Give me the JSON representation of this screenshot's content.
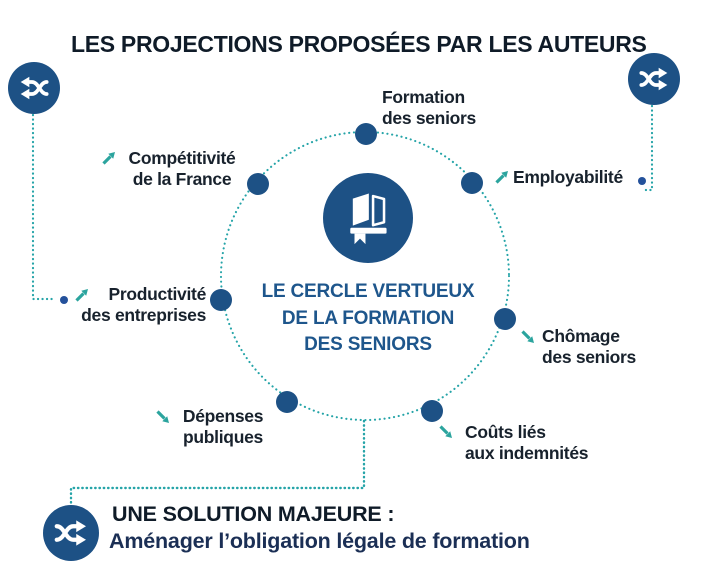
{
  "title": "LES PROJECTIONS PROPOSÉES PAR LES AUTEURS",
  "hub": {
    "icon": "book-icon",
    "line1": "LE CERCLE VERTUEUX",
    "line2": "DE LA FORMATION",
    "line3": "DES SENIORS"
  },
  "nodes": [
    {
      "id": "formation",
      "line1": "Formation",
      "line2": "des seniors",
      "trend": "none"
    },
    {
      "id": "competitivite",
      "line1": "Compétitivité",
      "line2": "de la France",
      "trend": "up"
    },
    {
      "id": "employabilite",
      "line1": "Employabilité",
      "line2": "",
      "trend": "up"
    },
    {
      "id": "productivite",
      "line1": "Productivité",
      "line2": "des entreprises",
      "trend": "up"
    },
    {
      "id": "chomage",
      "line1": "Chômage",
      "line2": "des seniors",
      "trend": "down"
    },
    {
      "id": "depenses",
      "line1": "Dépenses",
      "line2": "publiques",
      "trend": "down"
    },
    {
      "id": "couts",
      "line1": "Coûts liés",
      "line2": "aux indemnités",
      "trend": "down"
    }
  ],
  "solution": {
    "line1": "UNE SOLUTION MAJEURE :",
    "line2": "Aménager l’obligation légale de formation"
  },
  "icons": {
    "shuffle": "shuffle-icon",
    "book": "book-icon",
    "trend_up": "trend-up-icon",
    "trend_down": "trend-down-icon"
  },
  "colors": {
    "primary_blue": "#1d5185",
    "accent_teal": "#25a4a8",
    "center_text_blue": "#1e568c",
    "dark_text": "#0f1b28",
    "solution_navy": "#1b2f55",
    "endpoint_dot_blue": "#24519b"
  }
}
